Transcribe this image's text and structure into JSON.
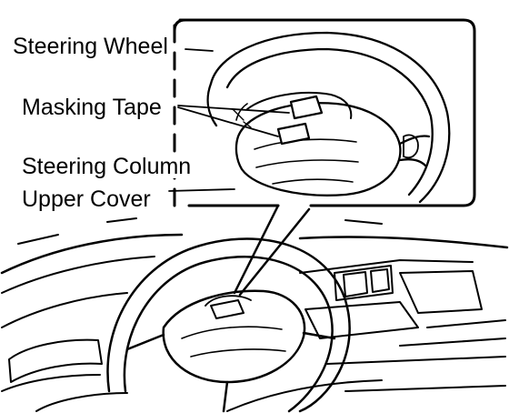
{
  "labels": {
    "steering_wheel": "Steering Wheel",
    "masking_tape": "Masking Tape",
    "steering_column_line1": "Steering Column",
    "steering_column_line2": "Upper Cover"
  },
  "colors": {
    "line": "#000000",
    "tape_fill": "#ffffff",
    "background": "#ffffff"
  }
}
